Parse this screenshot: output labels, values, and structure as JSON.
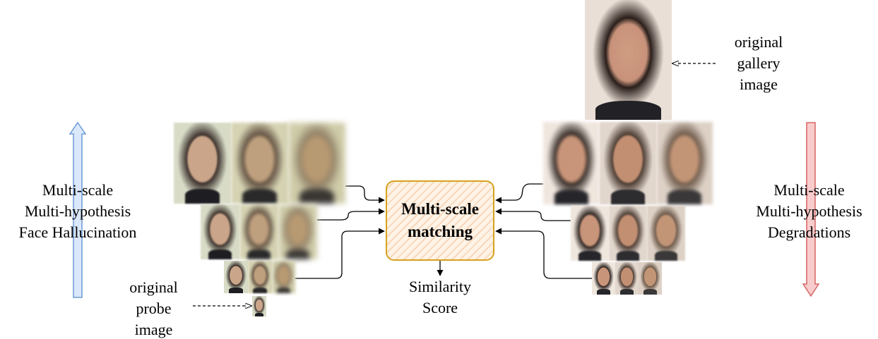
{
  "labels": {
    "hallucination": [
      "Multi-scale",
      "Multi-hypothesis",
      "Face Hallucination"
    ],
    "degradations": [
      "Multi-scale",
      "Multi-hypothesis",
      "Degradations"
    ],
    "gallery": [
      "original",
      "gallery",
      "image"
    ],
    "probe": [
      "original",
      "probe",
      "image"
    ],
    "matching": [
      "Multi-scale",
      "matching"
    ],
    "score": [
      "Similarity",
      "Score"
    ]
  },
  "colors": {
    "up_arrow_fill": "#dbe8fb",
    "up_arrow_stroke": "#6d9bd6",
    "down_arrow_fill": "#f8cccc",
    "down_arrow_stroke": "#d76565",
    "matching_border": "#d6a21d"
  }
}
